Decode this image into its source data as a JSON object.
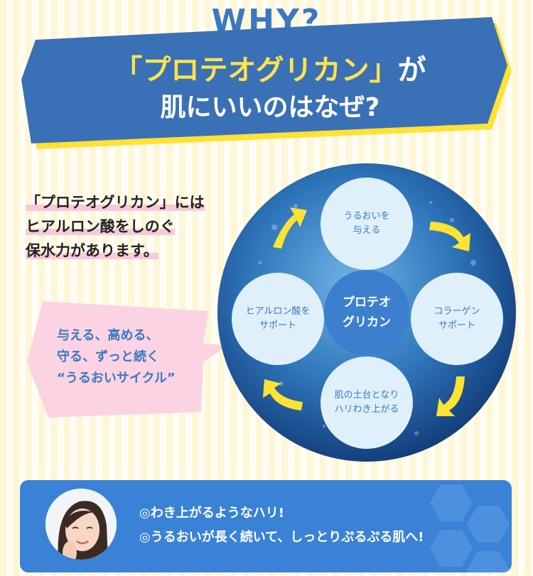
{
  "header": {
    "why": "WHY?",
    "title_quoted": "「プロテオグリカン」",
    "title_particle": "が",
    "title_line2": "肌にいいのはなぜ?"
  },
  "intro": {
    "lines": [
      "「プロテオグリカン」には",
      "ヒアルロン酸をしのぐ",
      "保水力があります。"
    ]
  },
  "bubble": {
    "lines": [
      "与える、高める、",
      "守る、ずっと続く",
      "“うるおいサイクル”"
    ]
  },
  "cycle": {
    "center": [
      "プロテオ",
      "グリカン"
    ],
    "top": [
      "うるおいを",
      "与える"
    ],
    "right": [
      "コラーゲン",
      "サポート"
    ],
    "bottom": [
      "肌の土台となり",
      "ハリわき上がる"
    ],
    "left": [
      "ヒアルロン酸を",
      "サポート"
    ]
  },
  "benefits": [
    "◎わき上がるようなハリ!",
    "◎うるおいが長く続いて、しっとりぷるぷる肌へ!"
  ],
  "colors": {
    "brand_blue": "#3a79bf",
    "highlight_yellow": "#ffe44a",
    "accent_pink": "#f8c9dc",
    "panel_blue": "#3a82d6"
  },
  "icons": [
    "arrow-curved-icon",
    "speech-bubble",
    "woman-avatar"
  ]
}
